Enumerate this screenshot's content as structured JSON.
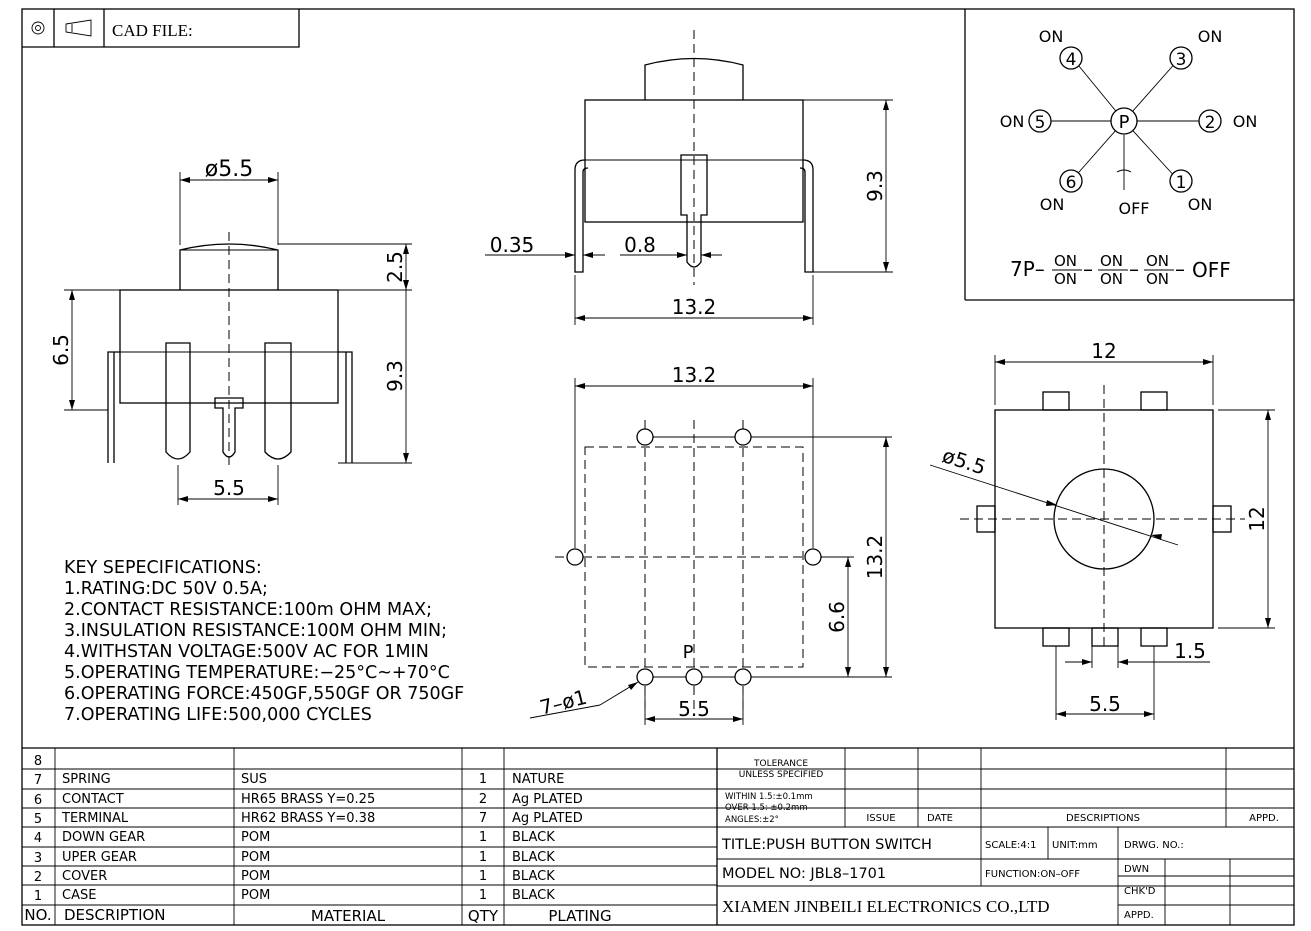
{
  "header": {
    "cad_label": "CAD FILE:",
    "projection_icon": "third-angle-projection-icon"
  },
  "side_view": {
    "dim_diameter": "ø5.5",
    "dim_2_5": "2.5",
    "dim_6_5": "6.5",
    "dim_9_3": "9.3",
    "dim_5_5": "5.5"
  },
  "front_view": {
    "dim_9_3": "9.3",
    "dim_0_35": "0.35",
    "dim_0_8": "0.8",
    "dim_13_2": "13.2"
  },
  "schematic": {
    "positions": [
      {
        "num": "1",
        "state": "ON"
      },
      {
        "num": "2",
        "state": "ON"
      },
      {
        "num": "3",
        "state": "ON"
      },
      {
        "num": "4",
        "state": "ON"
      },
      {
        "num": "5",
        "state": "ON"
      },
      {
        "num": "6",
        "state": "ON"
      }
    ],
    "center": "P",
    "off_label": "OFF",
    "code_prefix": "7P–",
    "code_on": "ON",
    "code_dash": "–",
    "code_off": "OFF"
  },
  "pcb_view": {
    "dim_13_2_top": "13.2",
    "dim_13_2_side": "13.2",
    "dim_6_6": "6.6",
    "dim_5_5": "5.5",
    "holes_label": "7–ø1",
    "p_label": "P"
  },
  "top_view": {
    "dim_12_top": "12",
    "dim_12_side": "12",
    "dim_diameter": "ø5.5",
    "dim_1_5": "1.5",
    "dim_5_5": "5.5"
  },
  "specifications": {
    "title": "KEY SEPECIFICATIONS:",
    "items": [
      "1.RATING:DC 50V 0.5A;",
      "2.CONTACT RESISTANCE:100m OHM MAX;",
      "3.INSULATION RESISTANCE:100M OHM MIN;",
      "4.WITHSTAN VOLTAGE:500V AC FOR 1MIN",
      "5.OPERATING TEMPERATURE:−25°C~+70°C",
      "6.OPERATING FORCE:450GF,550GF OR 750GF",
      "7.OPERATING LIFE:500,000 CYCLES"
    ]
  },
  "bom": {
    "headers": {
      "no": "NO.",
      "description": "DESCRIPTION",
      "material": "MATERIAL",
      "qty": "QTY",
      "plating": "PLATING"
    },
    "rows": [
      {
        "no": "8",
        "description": "",
        "material": "",
        "qty": "",
        "plating": ""
      },
      {
        "no": "7",
        "description": "SPRING",
        "material": "SUS",
        "qty": "1",
        "plating": "NATURE"
      },
      {
        "no": "6",
        "description": "CONTACT",
        "material": "HR65 BRASS Y=0.25",
        "qty": "2",
        "plating": "Ag PLATED"
      },
      {
        "no": "5",
        "description": "TERMINAL",
        "material": "HR62 BRASS Y=0.38",
        "qty": "7",
        "plating": "Ag PLATED"
      },
      {
        "no": "4",
        "description": "DOWN GEAR",
        "material": "POM",
        "qty": "1",
        "plating": "BLACK"
      },
      {
        "no": "3",
        "description": "UPER GEAR",
        "material": "POM",
        "qty": "1",
        "plating": "BLACK"
      },
      {
        "no": "2",
        "description": "COVER",
        "material": "POM",
        "qty": "1",
        "plating": "BLACK"
      },
      {
        "no": "1",
        "description": "CASE",
        "material": "POM",
        "qty": "1",
        "plating": "BLACK"
      }
    ]
  },
  "title_block": {
    "tolerance_1": "TOLERANCE",
    "tolerance_2": "UNLESS SPECIFIED",
    "tol_within": "WITHIN 1.5:±0.1mm",
    "tol_over": "OVER 1.5: ±0.2mm",
    "tol_angles": "ANGLES:±2°",
    "issue": "ISSUE",
    "date": "DATE",
    "descriptions": "DESCRIPTIONS",
    "appd": "APPD.",
    "title": "TITLE:PUSH BUTTON SWITCH",
    "scale": "SCALE:4:1",
    "unit": "UNIT:mm",
    "drwg_no": "DRWG. NO.:",
    "model": "MODEL NO: JBL8–1701",
    "function": "FUNCTION:ON–OFF",
    "dwn": "DWN",
    "chkd": "CHK'D",
    "appd2": "APPD.",
    "company": "XIAMEN JINBEILI ELECTRONICS CO.,LTD"
  }
}
